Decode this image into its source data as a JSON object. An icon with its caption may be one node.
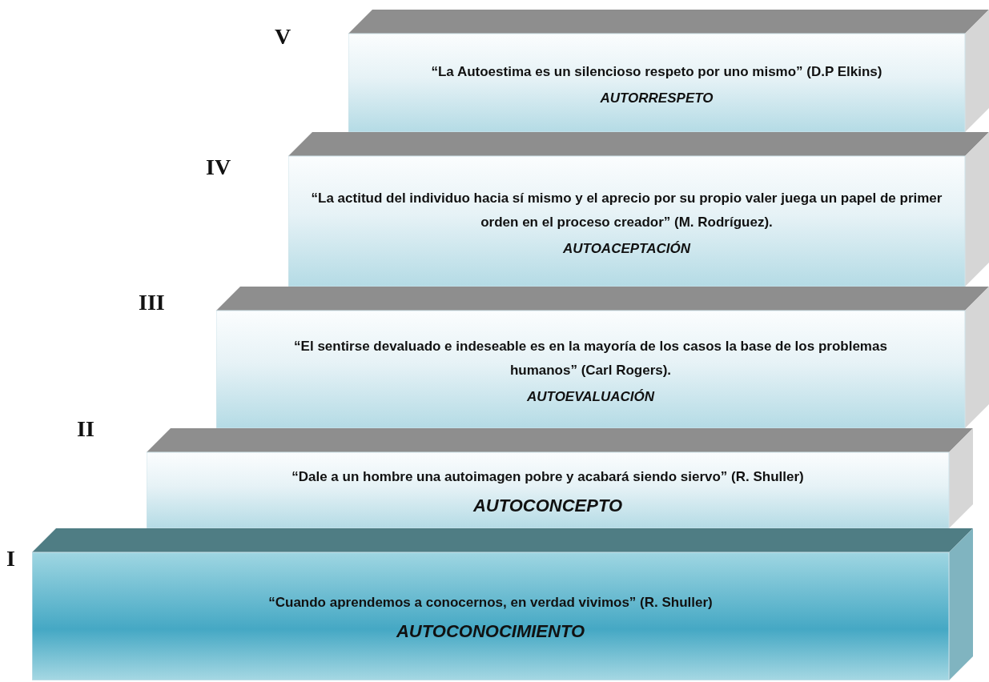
{
  "diagram": {
    "nodes": [
      {
        "text": [
          "“La Autoestima es un silencioso respeto por uno mismo” (D.P Elkins)",
          "AUTORRESPETO"
        ],
        "beside": [
          "V"
        ]
      },
      {
        "text": [
          "“La actitud del individuo hacia sí mismo y el aprecio por su propio valer juega un papel de primer orden en el proceso creador” (M. Rodríguez).",
          "AUTOACEPTACIÓN"
        ],
        "beside": [
          "IV"
        ]
      },
      {
        "text": [
          "“El sentirse devaluado e indeseable es en la mayoría de los casos la base de los problemas humanos” (Carl Rogers).",
          "AUTOEVALUACIÓN"
        ],
        "beside": [
          "III"
        ]
      },
      {
        "text": [
          "“Dale a un hombre una autoimagen pobre y acabará siendo siervo” (R. Shuller)",
          "AUTOCONCEPTO"
        ],
        "beside": [
          "II"
        ]
      },
      {
        "text": [
          "“Cuando aprendemos a conocernos, en verdad vivimos” (R. Shuller)",
          "AUTOCONOCIMIENTO"
        ],
        "beside": [
          "I"
        ]
      }
    ]
  }
}
